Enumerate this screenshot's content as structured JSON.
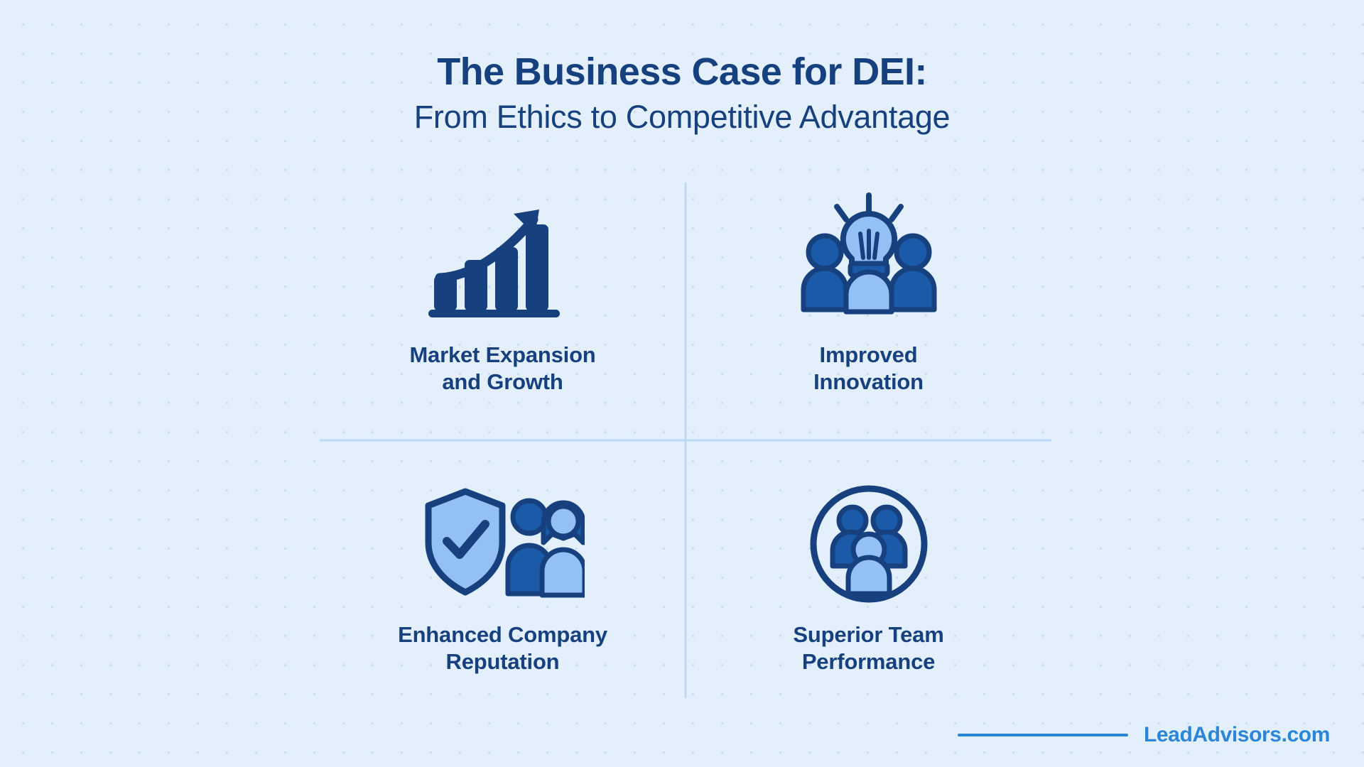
{
  "theme": {
    "background": "#e3f0fc",
    "dot_color": "#c5dcf4",
    "navy": "#16407e",
    "mid_blue": "#1a5aa8",
    "light_blue": "#93c1f5",
    "accent": "#2b85d8",
    "divider": "#bcd9f5"
  },
  "header": {
    "title": "The Business Case for DEI:",
    "subtitle": "From Ethics to Competitive Advantage"
  },
  "quadrants": [
    {
      "icon": "bar-chart-growth-arrow-icon",
      "label_line1": "Market Expansion",
      "label_line2": "and Growth"
    },
    {
      "icon": "lightbulb-team-innovation-icon",
      "label_line1": "Improved",
      "label_line2": "Innovation"
    },
    {
      "icon": "shield-check-people-icon",
      "label_line1": "Enhanced Company",
      "label_line2": "Reputation"
    },
    {
      "icon": "team-circle-people-icon",
      "label_line1": "Superior Team",
      "label_line2": "Performance"
    }
  ],
  "footer": {
    "brand": "LeadAdvisors.com"
  }
}
